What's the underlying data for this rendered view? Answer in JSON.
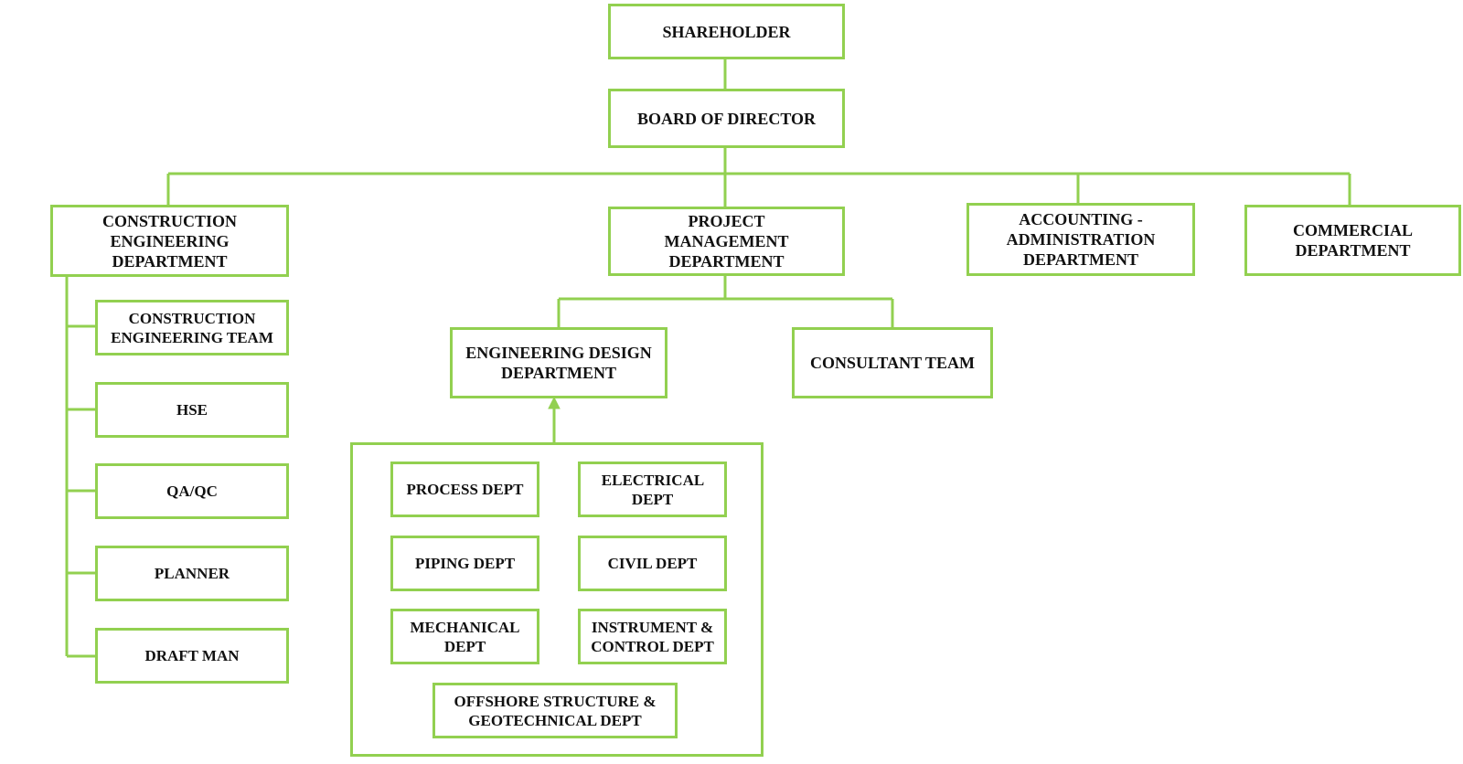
{
  "colors": {
    "border": "#92d050",
    "text": "#111111",
    "background": "#ffffff"
  },
  "nodes": {
    "shareholder": "SHAREHOLDER",
    "board": "BOARD OF DIRECTOR",
    "construction_eng_dept": "CONSTRUCTION ENGINEERING DEPARTMENT",
    "project_mgmt_dept": "PROJECT MANAGEMENT DEPARTMENT",
    "accounting_admin_dept": "ACCOUNTING - ADMINISTRATION DEPARTMENT",
    "commercial_dept": "COMMERCIAL DEPARTMENT",
    "construction_eng_team": "CONSTRUCTION ENGINEERING TEAM",
    "hse": "HSE",
    "qaqc": "QA/QC",
    "planner": "PLANNER",
    "draft_man": "DRAFT MAN",
    "engineering_design_dept": "ENGINEERING DESIGN DEPARTMENT",
    "consultant_team": "CONSULTANT TEAM",
    "process_dept": "PROCESS DEPT",
    "electrical_dept": "ELECTRICAL DEPT",
    "piping_dept": "PIPING DEPT",
    "civil_dept": "CIVIL DEPT",
    "mechanical_dept": "MECHANICAL DEPT",
    "instrument_control_dept": "INSTRUMENT & CONTROL DEPT",
    "offshore_geotech_dept": "OFFSHORE STRUCTURE & GEOTECHNICAL DEPT"
  }
}
